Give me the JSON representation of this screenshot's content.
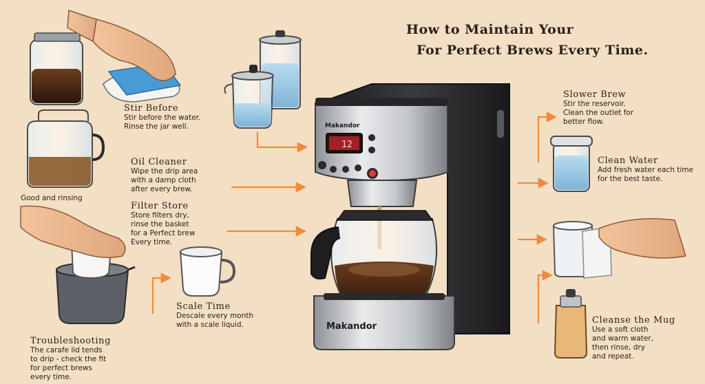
{
  "title": {
    "line1": "How to Maintain Your",
    "line2": "For Perfect Brews Every Time."
  },
  "brand": {
    "display_brand": "Makandor",
    "base_brand": "Makandor",
    "lcd_text": "12"
  },
  "sections": {
    "jar_clean": {
      "heading": "Stir Before",
      "lines": [
        "Stir before the water.",
        "Rinse the jar well."
      ]
    },
    "carafe_caption": {
      "lines": [
        "Good and rinsing"
      ]
    },
    "oil_cleaner": {
      "heading": "Oil Cleaner",
      "lines": [
        "Wipe the drip area",
        "with a damp cloth",
        "after every brew."
      ]
    },
    "filter_store": {
      "heading": "Filter Store",
      "lines": [
        "Store filters dry,",
        "rinse the basket",
        "for a Perfect brew",
        "Every time."
      ]
    },
    "scale_time": {
      "heading": "Scale Time",
      "lines": [
        "Descale every month",
        "with a scale liquid."
      ]
    },
    "troubleshooting": {
      "heading": "Troubleshooting",
      "lines": [
        "The carafe lid tends",
        "to drip - check the fit",
        "for perfect brews",
        "every time."
      ]
    },
    "slow_brew": {
      "heading": "Slower Brew",
      "lines": [
        "Stir the reservoir.",
        "Clean the outlet for",
        "better flow."
      ]
    },
    "clean_water": {
      "heading": "Clean Water",
      "lines": [
        "Add fresh water each time",
        "for the best taste."
      ]
    },
    "cleanse_tips": {
      "heading": "Cleanse the Mug",
      "lines": [
        "Use a soft cloth",
        "and warm water,",
        "then rinse, dry",
        "and repeat."
      ]
    }
  }
}
